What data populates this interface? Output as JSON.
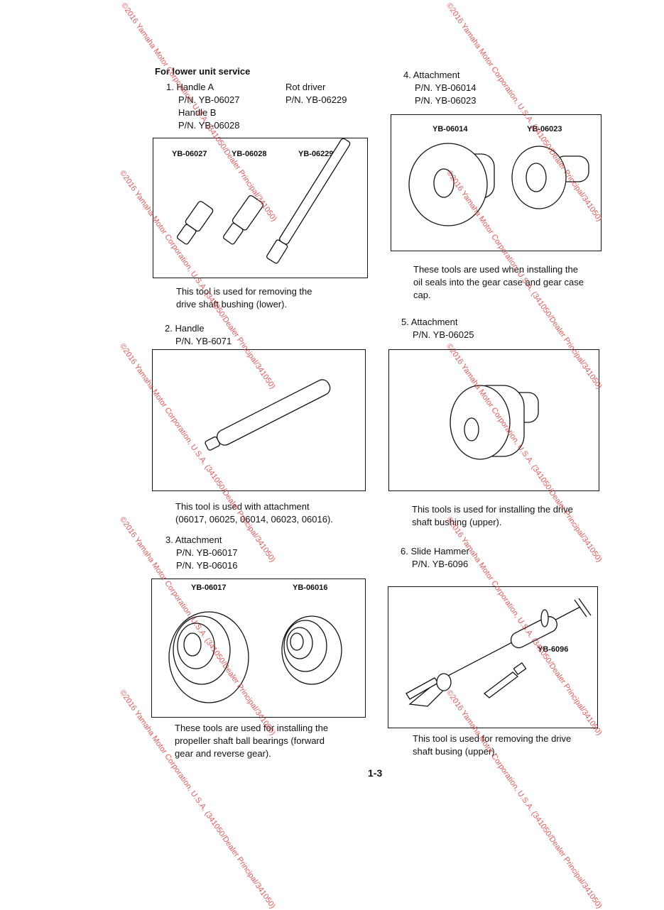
{
  "page": {
    "heading": "For lower unit service",
    "page_number": "1-3",
    "watermark": "©2016 Yamaha Motor Corporation, U.S.A. (341050/Dealer Principal/341050)"
  },
  "tool1": {
    "title": "1. Handle A",
    "pn_a": "P/N. YB-06027",
    "title_b": "Handle B",
    "pn_b": "P/N. YB-06028",
    "title_c": "Rot driver",
    "pn_c": "P/N. YB-06229",
    "labels": [
      "YB-06027",
      "YB-06028",
      "YB-06229"
    ],
    "caption": [
      "This tool is used for removing the",
      "drive shaft bushing (lower)."
    ]
  },
  "tool2": {
    "title": "2. Handle",
    "pn": "P/N. YB-6071",
    "caption": [
      "This tool is used with attachment",
      "(06017, 06025, 06014, 06023, 06016)."
    ]
  },
  "tool3": {
    "title": "3. Attachment",
    "pn_a": "P/N. YB-06017",
    "pn_b": "P/N. YB-06016",
    "labels": [
      "YB-06017",
      "YB-06016"
    ],
    "caption": [
      "These tools are used for installing the",
      "propeller shaft ball bearings (forward",
      "gear and reverse gear)."
    ]
  },
  "tool4": {
    "title": "4. Attachment",
    "pn_a": "P/N. YB-06014",
    "pn_b": "P/N. YB-06023",
    "labels": [
      "YB-06014",
      "YB-06023"
    ],
    "caption": [
      "These tools are used when installing the",
      "oil seals into the gear case and gear case",
      "cap."
    ]
  },
  "tool5": {
    "title": "5. Attachment",
    "pn": "P/N. YB-06025",
    "caption": [
      "This tools is used for installing the drive",
      "shaft bushing (upper)."
    ]
  },
  "tool6": {
    "title": "6. Slide Hammer",
    "pn": "P/N. YB-6096",
    "label": "YB-6096",
    "caption": [
      "This tool is used for removing the drive",
      "shaft busing (upper)."
    ]
  }
}
